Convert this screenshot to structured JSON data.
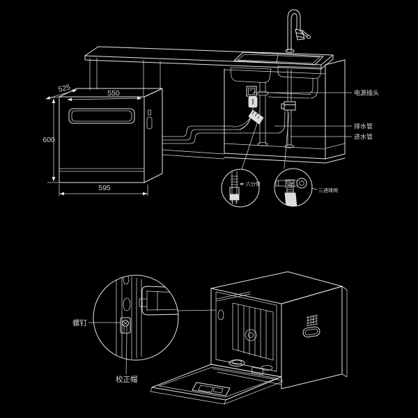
{
  "colors": {
    "background": "#000000",
    "line": "#e8e8e8",
    "text": "#d6d6d6"
  },
  "install_diagram": {
    "dim_depth": "525",
    "dim_width_top": "550",
    "dim_height": "600",
    "dim_width_bottom": "595",
    "label_power_plug": "电源插头",
    "label_drain_hose": "排水管",
    "label_inlet_hose": "进水管",
    "label_pipe_callout": "六分管",
    "label_valve_callout": "三通球阀"
  },
  "detail_diagram": {
    "label_screw": "螺钉",
    "label_calibration_cap": "校正帽"
  }
}
